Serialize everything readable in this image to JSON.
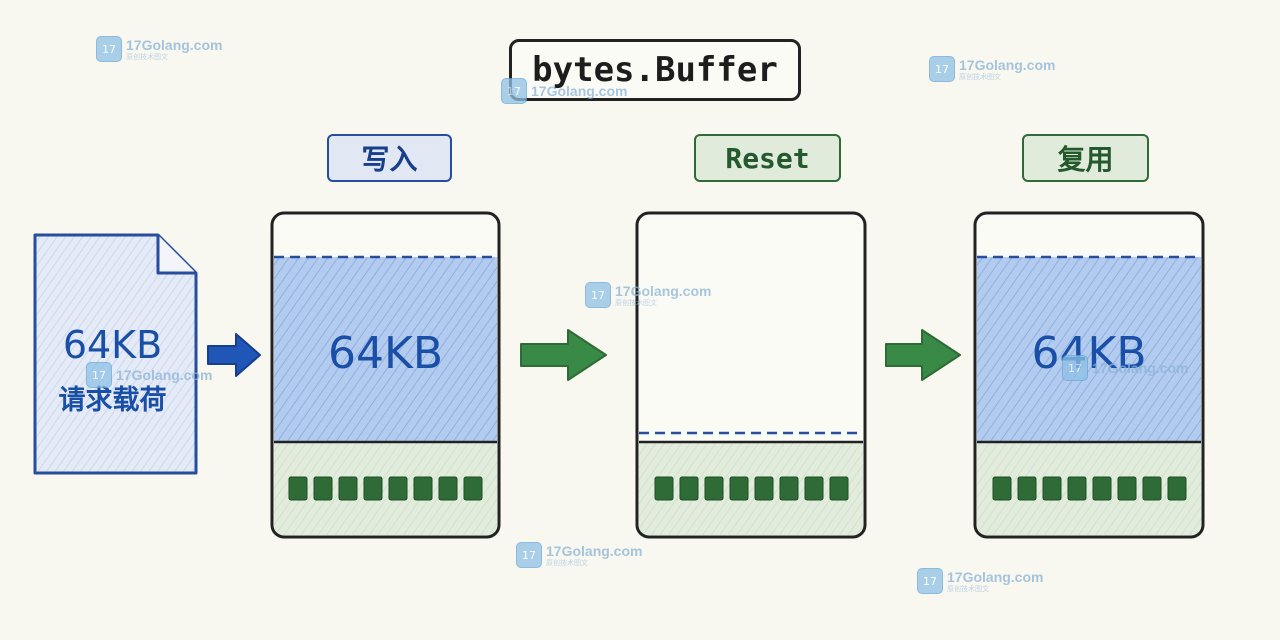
{
  "title": "bytes.Buffer",
  "steps": [
    {
      "label": "写入"
    },
    {
      "label": "Reset"
    },
    {
      "label": "复用"
    }
  ],
  "payload": {
    "size": "64KB",
    "caption": "请求载荷"
  },
  "buffers": [
    {
      "content": "64KB",
      "fill": 1
    },
    {
      "content": "",
      "fill": 0
    },
    {
      "content": "64KB",
      "fill": 1
    }
  ],
  "watermark": {
    "site": "17Golang.com",
    "sub": "原创技术图文",
    "logo": "17"
  },
  "colors": {
    "blue_border": "#274e9c",
    "blue_fill": "#a9c3ea",
    "blue_text": "#1a4fa8",
    "green_border": "#2e6b36",
    "green_fill": "#dfeadb",
    "green_block": "#2e6b36",
    "arrow_blue": "#1f56b8",
    "arrow_green": "#3a8a47"
  }
}
